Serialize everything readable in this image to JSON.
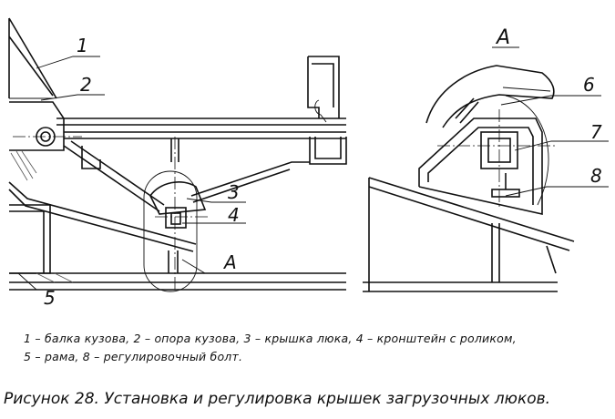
{
  "diagram": {
    "callouts": {
      "c1": "1",
      "c2": "2",
      "c3": "3",
      "c4": "4",
      "c5": "5",
      "c6": "6",
      "c7": "7",
      "c8": "8",
      "view_label": "A",
      "detail_label": "A"
    }
  },
  "legend": {
    "line1": "1 – балка кузова, 2 – опора кузова, 3 – крышка люка, 4 – кронштейн с роликом,",
    "line2": "5 – рама, 8 – регулировочный болт."
  },
  "caption": "Рисунок 28. Установка и регулировка крышек загрузочных люков."
}
